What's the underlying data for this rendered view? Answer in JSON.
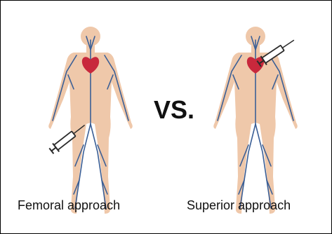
{
  "comparison": {
    "separator": "VS.",
    "left": {
      "caption": "Femoral approach"
    },
    "right": {
      "caption": "Superior approach"
    }
  },
  "colors": {
    "skin": "#efc8aa",
    "vein": "#3b5f96",
    "heart": "#c8283c",
    "syringe": "#2b2b2b",
    "text": "#111111"
  },
  "icons": {
    "figure": "human-body-icon",
    "organ": "heart-icon",
    "tool": "syringe-icon"
  }
}
